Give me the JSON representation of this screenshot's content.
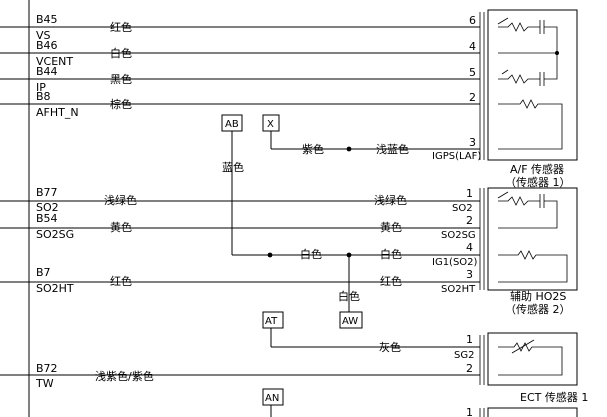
{
  "left_pins": [
    {
      "code": "B45",
      "signal": "VS"
    },
    {
      "code": "B46",
      "signal": "VCENT"
    },
    {
      "code": "B44",
      "signal": "IP"
    },
    {
      "code": "B8",
      "signal": "AFHT_N"
    },
    {
      "code": "B77",
      "signal": "SO2"
    },
    {
      "code": "B54",
      "signal": "SO2SG"
    },
    {
      "code": "B7",
      "signal": "SO2HT"
    },
    {
      "code": "B72",
      "signal": "TW"
    }
  ],
  "wire_colors": {
    "red": "红色",
    "white": "白色",
    "black": "黑色",
    "brown": "棕色",
    "purple": "紫色",
    "light_blue": "浅蓝色",
    "blue": "蓝色",
    "light_green": "浅绿色",
    "yellow": "黄色",
    "gray": "灰色",
    "light_purple_purple": "浅紫色/紫色"
  },
  "connectors": {
    "ab": "AB",
    "x": "X",
    "aw": "AW",
    "at": "AT",
    "an": "AN"
  },
  "af_sensor": {
    "pins": [
      "6",
      "4",
      "5",
      "2",
      "3"
    ],
    "igps_label": "IGPS(LAF)",
    "title": "A/F 传感器",
    "subtitle": "（传感器 1）"
  },
  "hos_sensor": {
    "pins": [
      "1",
      "2",
      "4",
      "3"
    ],
    "pin_labels": [
      "SO2",
      "SO2SG",
      "IG1(SO2)",
      "SO2HT"
    ],
    "title": "辅助 HO2S",
    "subtitle": "（传感器 2）"
  },
  "ect_sensor": {
    "pins": [
      "1",
      "2"
    ],
    "pin_labels": [
      "SG2"
    ],
    "title": "ECT 传感器 1"
  },
  "bottom_pin": "1"
}
